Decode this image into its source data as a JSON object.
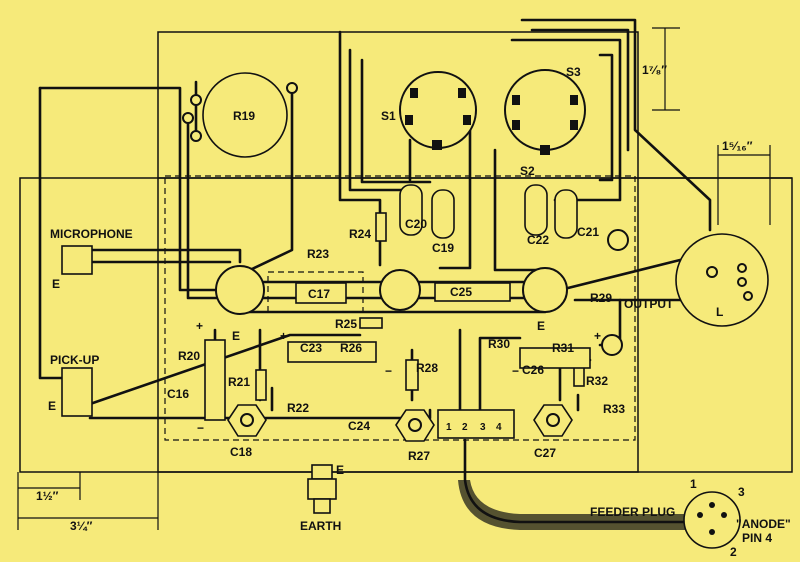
{
  "labels": {
    "microphone": "MICROPHONE",
    "pickup": "PICK-UP",
    "earth": "EARTH",
    "output": "OUTPUT",
    "feeder_plug": "FEEDER PLUG",
    "anode": "\"ANODE\"",
    "pin4": "PIN 4",
    "e": "E",
    "L": "L"
  },
  "components": {
    "R19": "R19",
    "R20": "R20",
    "R21": "R21",
    "R22": "R22",
    "R23": "R23",
    "R24": "R24",
    "R25": "R25",
    "R26": "R26",
    "R27": "R27",
    "R28": "R28",
    "R29": "R29",
    "R30": "R30",
    "R31": "R31",
    "R32": "R32",
    "R33": "R33",
    "C16": "C16",
    "C17": "C17",
    "C18": "C18",
    "C19": "C19",
    "C20": "C20",
    "C21": "C21",
    "C22": "C22",
    "C23": "C23",
    "C24": "C24",
    "C25": "C25",
    "C26": "C26",
    "C27": "C27",
    "S1": "S1",
    "S2": "S2",
    "S3": "S3"
  },
  "dimensions": {
    "d1": "1⁷⁄₈″",
    "d2": "1⁵⁄₁₆″",
    "d3": "1½″",
    "d4": "3¼″"
  },
  "plug_pins": {
    "p1": "1",
    "p2": "2",
    "p3": "3"
  },
  "tagstrip": {
    "t1": "1",
    "t2": "2",
    "t3": "3",
    "t4": "4"
  },
  "polarity": {
    "plus": "+",
    "minus": "−"
  }
}
